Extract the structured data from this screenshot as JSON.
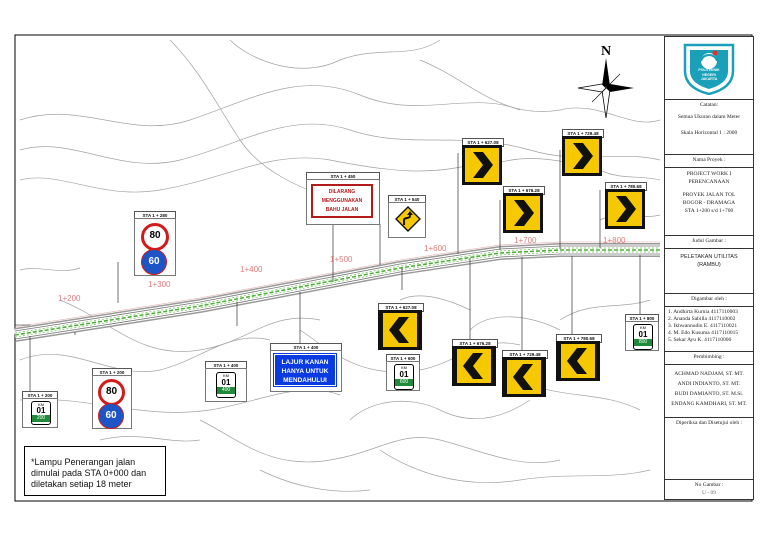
{
  "drawing": {
    "sheet_border_color": "#000000",
    "road_color": "#8a8a8a",
    "road_center_color": "#4fae3a",
    "contour_color": "#9a9a9a",
    "station_label_color": "#e07b7b"
  },
  "compass": {
    "north_label": "N"
  },
  "stations": [
    "1+200",
    "1+300",
    "1+400",
    "1+500",
    "1+600",
    "1+700",
    "1+800"
  ],
  "signs": {
    "sta_1200_top": "STA 1 + 200",
    "sta_1200_km": "STA 1 + 200",
    "sta_1280": "STA 1 + 280",
    "sta_1400_km": "STA 1 + 400",
    "sta_1400_text": "STA 1 + 400",
    "sta_1450": "STA 1 + 450",
    "sta_1540": "STA 1 + 540",
    "sta_1600": "STA 1 + 600",
    "sta_1627_top": "STA 1 + 627.08",
    "sta_1627_bot": "STA 1 + 627.08",
    "sta_1676_top": "STA 1 + 676.28",
    "sta_1676_bot": "STA 1 + 676.28",
    "sta_1729_top": "STA 1 + 729.48",
    "sta_1729_bot": "STA 1 + 729.48",
    "sta_1780_top": "STA 1 + 780.68",
    "sta_1780_bot": "STA 1 + 780.68",
    "sta_1800": "STA 1 + 800",
    "speed_80": "80",
    "speed_60": "60",
    "km_label": "KM",
    "km_number": "01",
    "km_200": "200",
    "km_400": "400",
    "km_600": "600",
    "km_800": "800",
    "prohibit_line1": "DILARANG",
    "prohibit_line2": "MENGGUNAKAN",
    "prohibit_line3": "BAHU JALAN",
    "blue_line1": "LAJUR KANAN",
    "blue_line2": "HANYA UNTUK",
    "blue_line3": "MENDAHULUI"
  },
  "note": {
    "line1": "*Lampu Penerangan jalan",
    "line2": "dimulai pada STA 0+000 dan",
    "line3": "diletakan setiap 18 meter"
  },
  "title_block": {
    "logo_line1": "POLITEKNIK",
    "logo_line2": "NEGERI",
    "logo_line3": "JAKARTA",
    "catatan_header": "Catatan:",
    "catatan_line1": "Semua Ukuran dalam Meter",
    "catatan_line2": "Skala Horizontal 1 : 2000",
    "proyek_header": "Nama Proyek :",
    "proyek_line1": "PROJECT WORK I",
    "proyek_line2": "PERENCANAAN",
    "proyek_line3": "PROYEK JALAN TOL",
    "proyek_line4": "BOGOR - DRAMAGA",
    "proyek_line5": "STA 1+200 s/d 1+700",
    "judul_header": "Judul Gambar :",
    "judul_line1": "PELETAKAN UTILITAS",
    "judul_line2": "(RAMBU)",
    "digambar_header": "Digambar oleh :",
    "digambar": [
      "1.  Andhirta Kurnia 4117110003",
      "2.  Ananda Sabilla  4117110002",
      "3.  Ikhwannudin E. 4117110021",
      "4.  M. Edo Kusuma 4117110015",
      "5.  Sekar Ayu K.     4117110006"
    ],
    "pembimbing_header": "Pembimbing :",
    "pembimbing": [
      "ACHMAD NADJAM, ST. MT.",
      "ANDI INDIANTO, ST. MT.",
      "BUDI DAMIANTO, ST. M.Si.",
      "ENDANG KAMDHARI, ST. MT."
    ],
    "diperiksa_header": "Diperiksa dan Disetujui oleh :",
    "nogambar_header": "No Gambar :",
    "nogambar_value": "U - 09"
  }
}
